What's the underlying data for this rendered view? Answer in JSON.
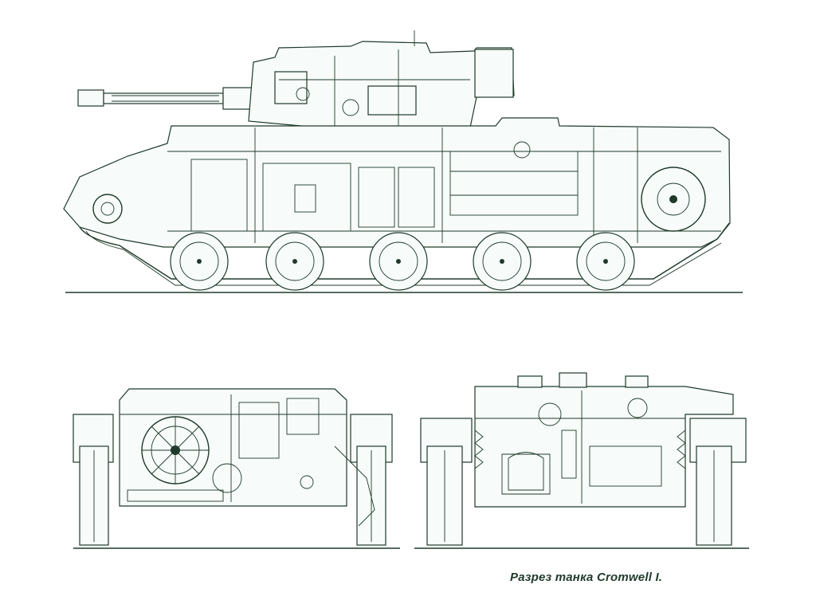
{
  "caption": "Разрез танка Cromwell I.",
  "colors": {
    "ink": "#1f3a2b",
    "paper": "#ffffff"
  },
  "views": [
    {
      "name": "side-cutaway"
    },
    {
      "name": "front-cutaway"
    },
    {
      "name": "rear-cutaway"
    }
  ]
}
